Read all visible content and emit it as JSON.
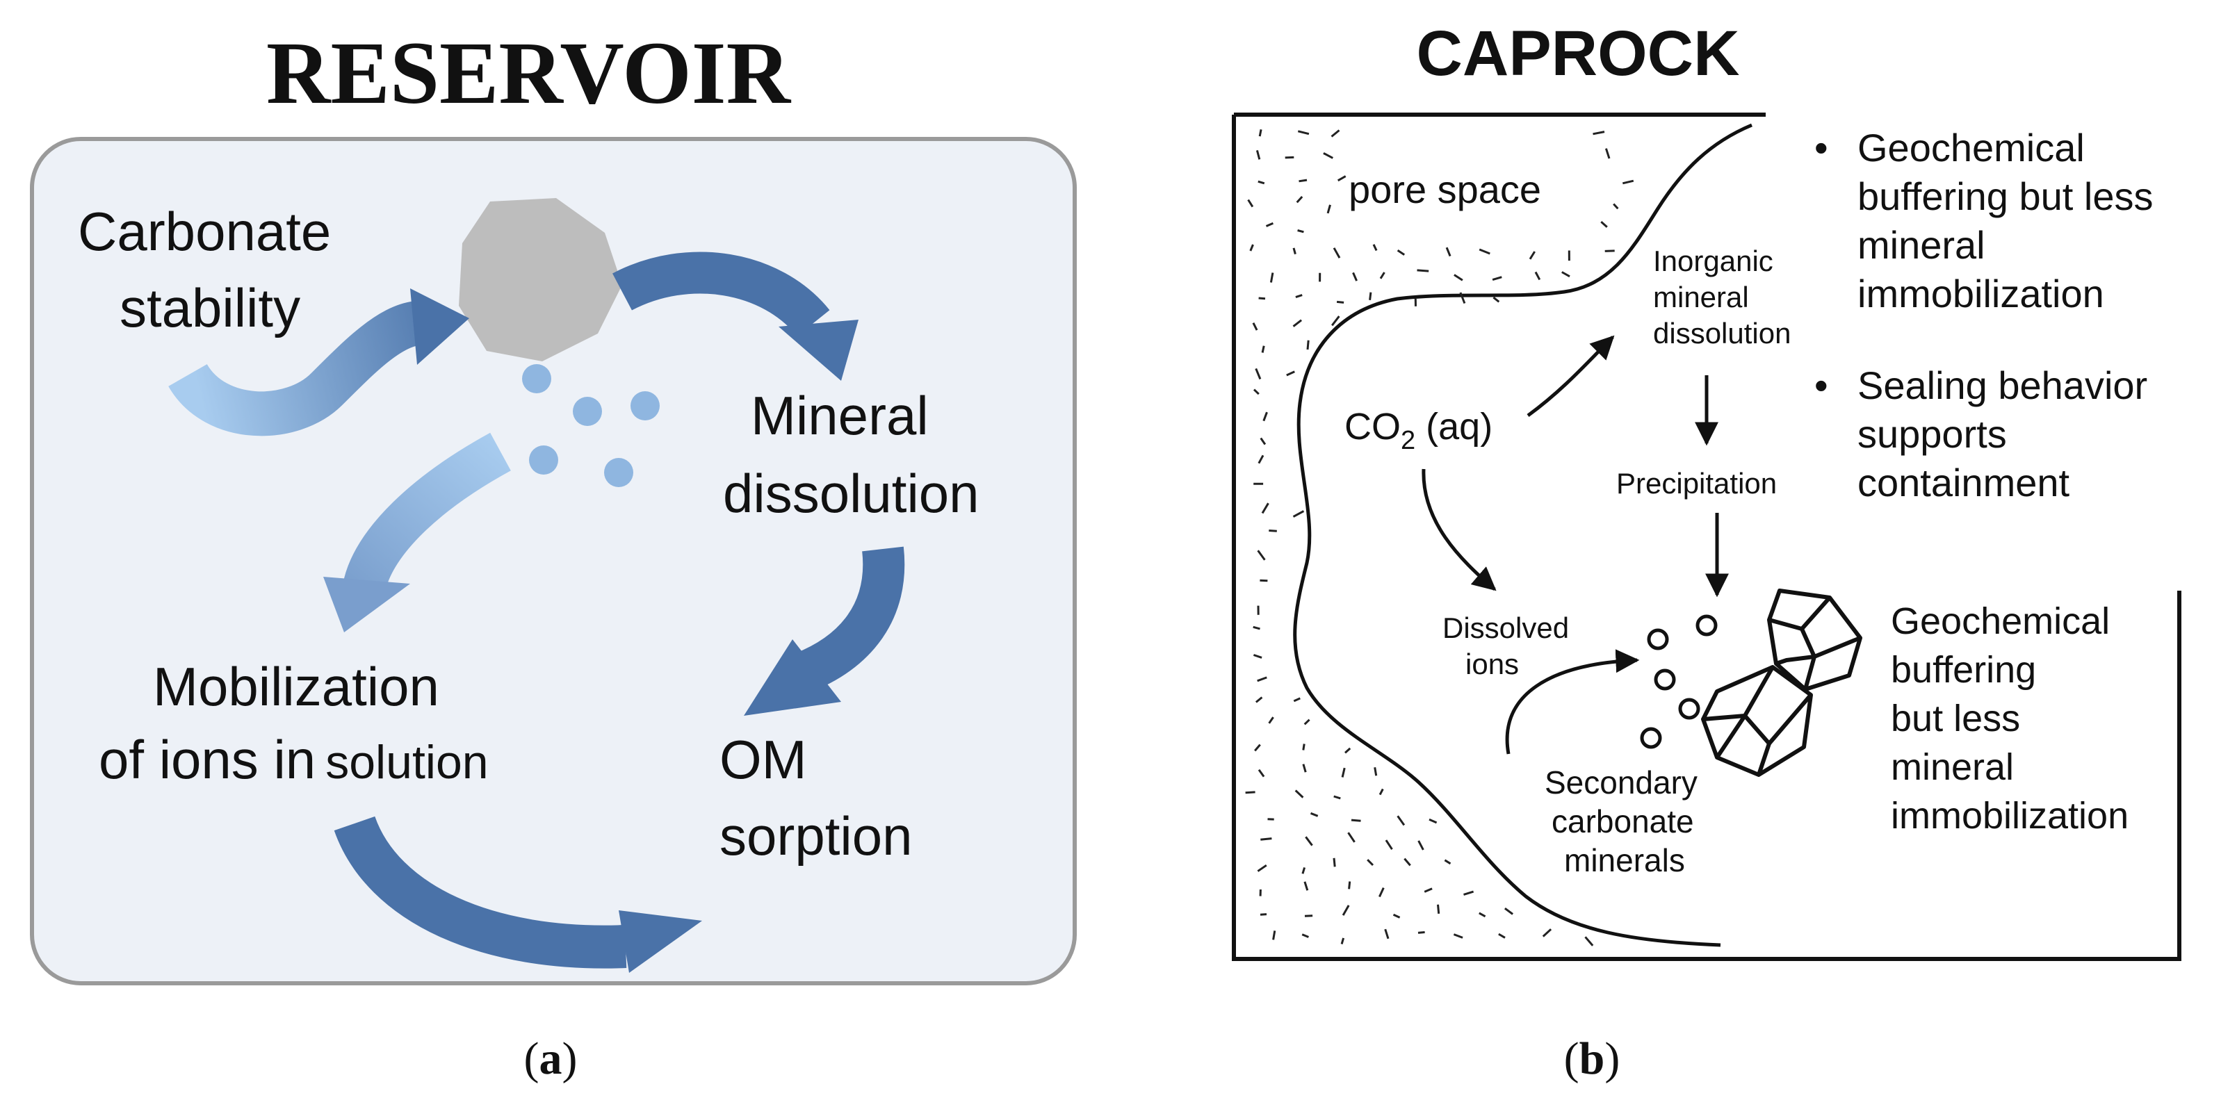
{
  "colors": {
    "arrow_dark": "#4a72a8",
    "arrow_light": "#a8ccef",
    "ion_dot": "#8fb6e0",
    "mineral_grain": "#bdbdbd",
    "panel_bg": "#edf1f7",
    "panel_border": "#9a9a9a",
    "ink": "#111111"
  },
  "panel_a": {
    "title": "RESERVOIR",
    "label_carbonate_1": "Carbonate",
    "label_carbonate_2": "stability",
    "label_mineral_1": "Mineral",
    "label_mineral_2": "dissolution",
    "label_mobil_1": "Mobilization",
    "label_mobil_2a": "of ions in",
    "label_mobil_2b": "solution",
    "label_om_1": "OM",
    "label_om_2": "sorption",
    "caption": "a"
  },
  "panel_b": {
    "title": "CAPROCK",
    "pore_space": "pore space",
    "inorganic_1": "Inorganic",
    "inorganic_2": "mineral",
    "inorganic_3": "dissolution",
    "co2": "CO",
    "co2_sub": "2",
    "co2_aq": " (aq)",
    "precipitation": "Precipitation",
    "dissolved_1": "Dissolved",
    "dissolved_2": "ions",
    "secondary_1": "Secondary",
    "secondary_2": "carbonate",
    "secondary_3": "minerals",
    "bullet_symbol": "•",
    "bullet1_1": "Geochemical",
    "bullet1_2": "buffering but less",
    "bullet1_3": "mineral",
    "bullet1_4": "immobilization",
    "bullet2_1": "Sealing behavior",
    "bullet2_2": "supports",
    "bullet2_3": "containment",
    "side_1": "Geochemical",
    "side_2": "buffering",
    "side_3": "but less",
    "side_4": "mineral",
    "side_5": "immobilization",
    "caption": "b"
  }
}
